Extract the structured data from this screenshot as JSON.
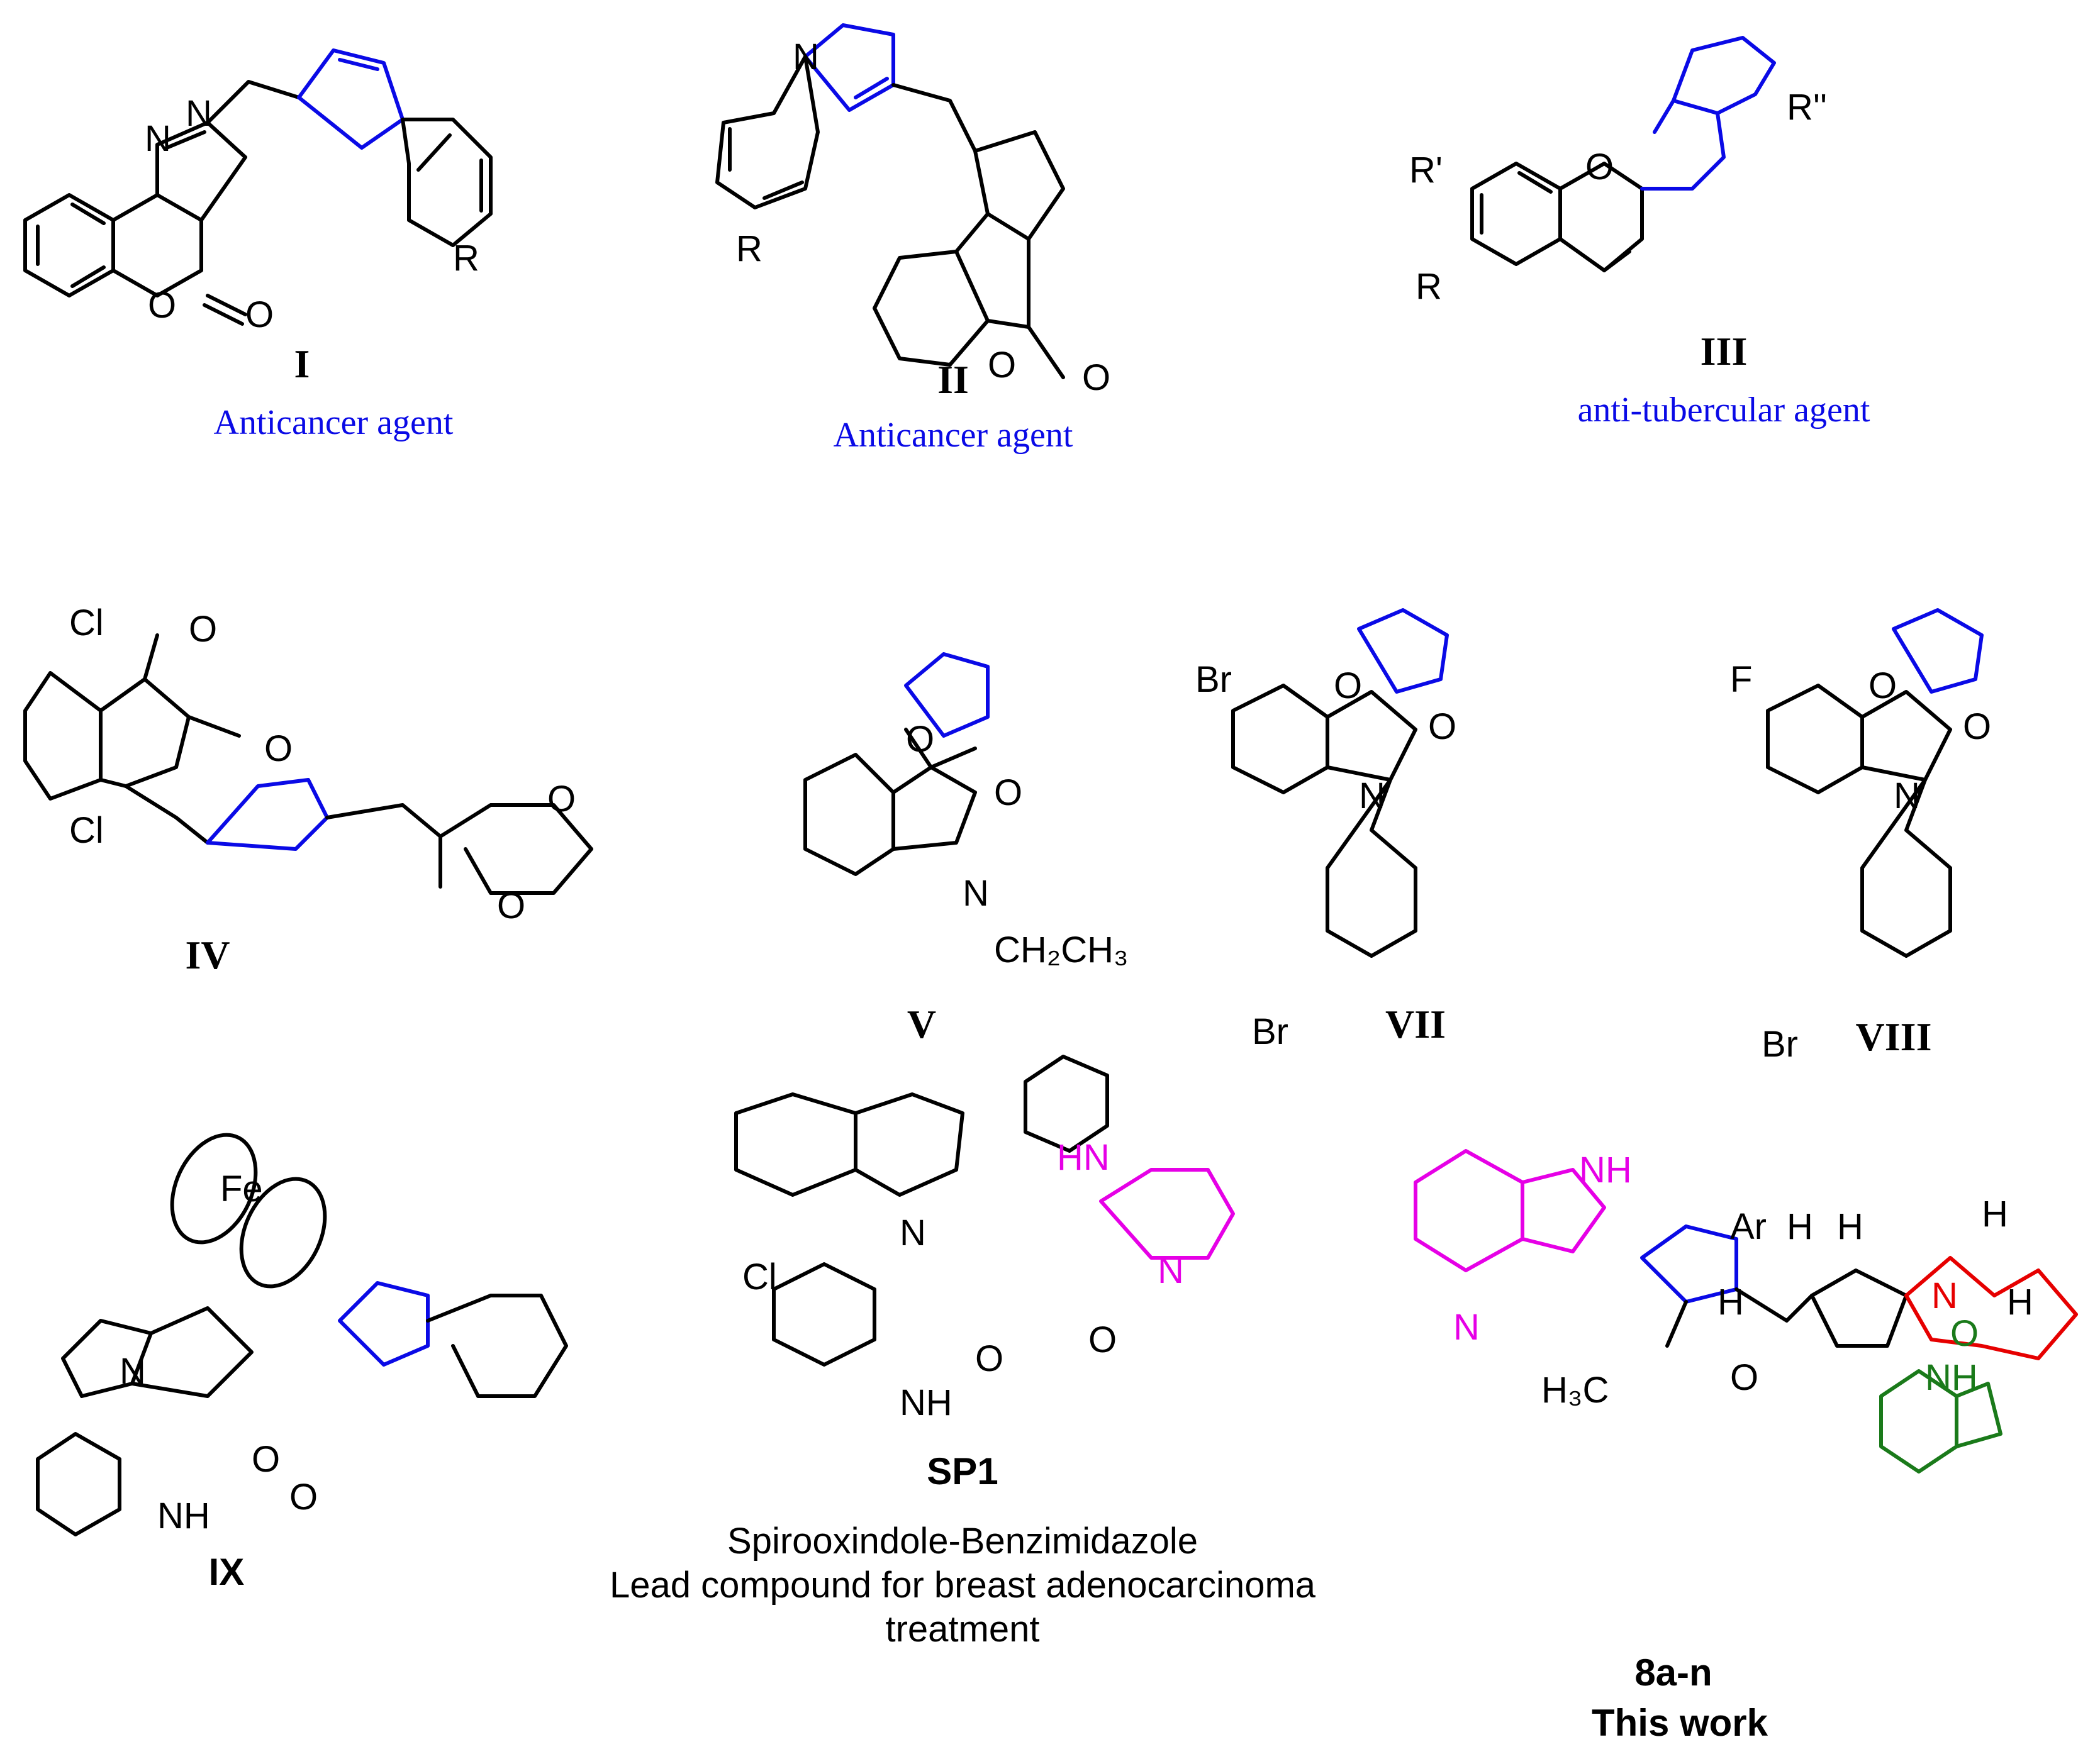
{
  "colors": {
    "black": "#000000",
    "triazole_blue": "#0a0ae6",
    "benzimidazole_magenta": "#e600e6",
    "octahydroindole_red": "#e60000",
    "oxindole_green": "#1a7a1a"
  },
  "compounds": [
    {
      "id": "I",
      "label": "I",
      "activity": "Anticancer agent"
    },
    {
      "id": "II",
      "label": "II",
      "activity": "Anticancer agent"
    },
    {
      "id": "III",
      "label": "III",
      "activity": "anti-tubercular agent"
    },
    {
      "id": "IV",
      "label": "IV",
      "activity": ""
    },
    {
      "id": "V",
      "label": "V",
      "activity": ""
    },
    {
      "id": "VII",
      "label": "VII",
      "activity": ""
    },
    {
      "id": "VIII",
      "label": "VIII",
      "activity": ""
    },
    {
      "id": "IX",
      "label": "IX",
      "activity": ""
    },
    {
      "id": "SP1",
      "label": "SP1",
      "caption_lines": [
        "Spirooxindole-Benzimidazole",
        "Lead compound for breast adenocarcinoma",
        "treatment"
      ]
    },
    {
      "id": "8a-n",
      "label": "8a-n",
      "sublabel": "This work"
    }
  ],
  "atoms": {
    "N": "N",
    "O": "O",
    "R": "R",
    "R1": "R'",
    "R2": "R''",
    "Cl": "Cl",
    "Br": "Br",
    "F": "F",
    "Fe": "Fe",
    "H": "H",
    "NH": "NH",
    "HN": "HN",
    "Ar": "Ar",
    "ethyl": "CH₂CH₃",
    "methyl": "H₃C"
  }
}
